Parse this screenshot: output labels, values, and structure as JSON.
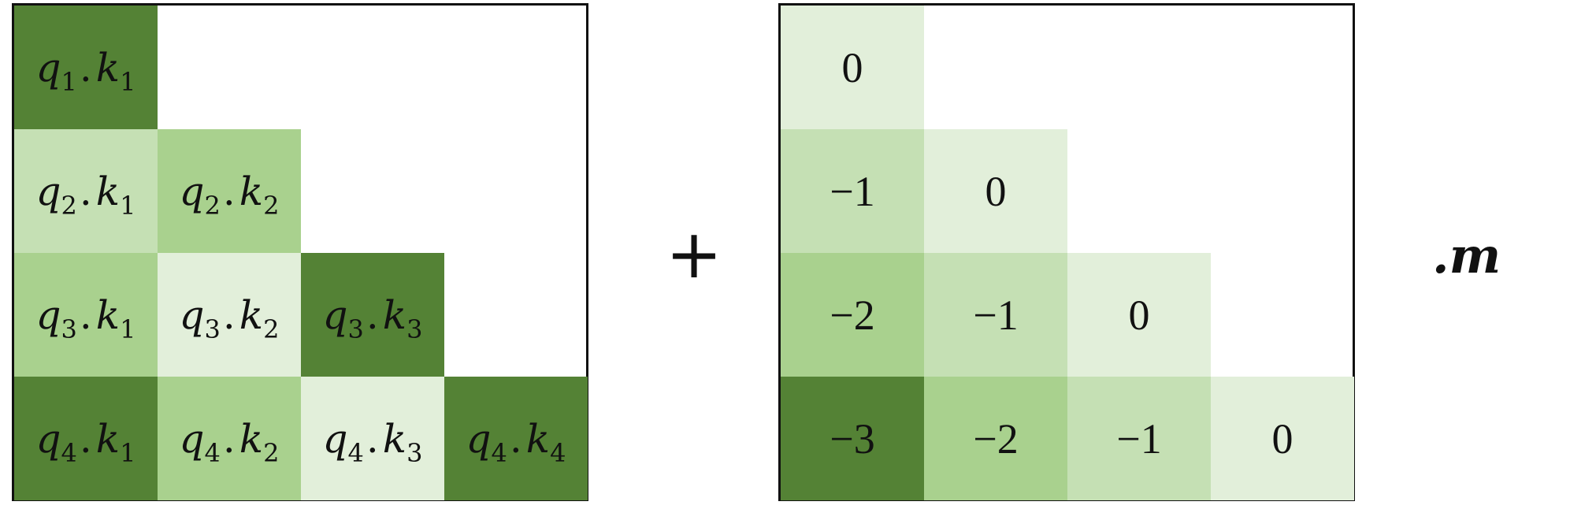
{
  "colors": {
    "dark": "#548235",
    "medium": "#a9d18e",
    "light": "#c5e0b4",
    "lightest": "#e2efda"
  },
  "qk_matrix": {
    "rows": [
      [
        {
          "q": "1",
          "k": "1",
          "shade": "dark"
        }
      ],
      [
        {
          "q": "2",
          "k": "1",
          "shade": "light"
        },
        {
          "q": "2",
          "k": "2",
          "shade": "medium"
        }
      ],
      [
        {
          "q": "3",
          "k": "1",
          "shade": "medium"
        },
        {
          "q": "3",
          "k": "2",
          "shade": "lightest"
        },
        {
          "q": "3",
          "k": "3",
          "shade": "dark"
        }
      ],
      [
        {
          "q": "4",
          "k": "1",
          "shade": "dark"
        },
        {
          "q": "4",
          "k": "2",
          "shade": "medium"
        },
        {
          "q": "4",
          "k": "3",
          "shade": "lightest"
        },
        {
          "q": "4",
          "k": "4",
          "shade": "dark"
        }
      ]
    ]
  },
  "bias_matrix": {
    "rows": [
      [
        {
          "v": "0",
          "shade": "lightest"
        }
      ],
      [
        {
          "v": "−1",
          "shade": "light"
        },
        {
          "v": "0",
          "shade": "lightest"
        }
      ],
      [
        {
          "v": "−2",
          "shade": "medium"
        },
        {
          "v": "−1",
          "shade": "light"
        },
        {
          "v": "0",
          "shade": "lightest"
        }
      ],
      [
        {
          "v": "−3",
          "shade": "dark"
        },
        {
          "v": "−2",
          "shade": "medium"
        },
        {
          "v": "−1",
          "shade": "light"
        },
        {
          "v": "0",
          "shade": "lightest"
        }
      ]
    ]
  },
  "operators": {
    "plus": "+",
    "scale": ".m"
  }
}
